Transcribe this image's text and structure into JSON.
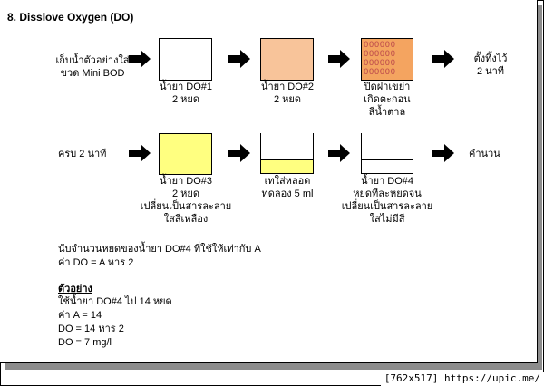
{
  "section_title": "8. Disslove Oxygen (DO)",
  "colors": {
    "white_box": "#ffffff",
    "orange_box": "#f8c49a",
    "brown_box": "#f4a460",
    "yellow_box": "#ffff80",
    "dot": "#c0504d"
  },
  "row1": {
    "start_label": [
      "เก็บน้ำตัวอย่างใส่",
      "ขวด Mini BOD"
    ],
    "step1": [
      "น้ำยา DO#1",
      "2 หยด"
    ],
    "step2": [
      "น้ำยา DO#2",
      "2 หยด"
    ],
    "step3": [
      "ปิดฝาเขย่า",
      "เกิดตะกอน",
      "สีน้ำตาล"
    ],
    "dots": "OOOOOO",
    "end_label": [
      "ตั้งทิ้งไว้",
      "2 นาที"
    ]
  },
  "row2": {
    "start_label": "ครบ 2 นาที",
    "step1": [
      "น้ำยา DO#3",
      "2 หยด",
      "เปลี่ยนเป็นสารละลาย",
      "ใสสีเหลือง"
    ],
    "step2": [
      "เทใส่หลอด",
      "ทดลอง 5 ml"
    ],
    "step3": [
      "น้ำยา DO#4",
      "หยดทีละหยดจน",
      "เปลี่ยนเป็นสารละลาย",
      "ใสไม่มีสี"
    ],
    "end_label": "คำนวน"
  },
  "notes": {
    "line1": "นับจำนวนหยดของน้ำยา DO#4 ที่ใช้ให้เท่ากับ A",
    "line2": "ค่า DO = A หาร 2"
  },
  "example": {
    "heading": "ตัวอย่าง",
    "lines": [
      "ใช้น้ำยา DO#4 ไป 14 หยด",
      "ค่า A = 14",
      "DO = 14 หาร 2",
      "DO = 7 mg/l"
    ]
  },
  "watermark": "[762x517] https://upic.me/"
}
